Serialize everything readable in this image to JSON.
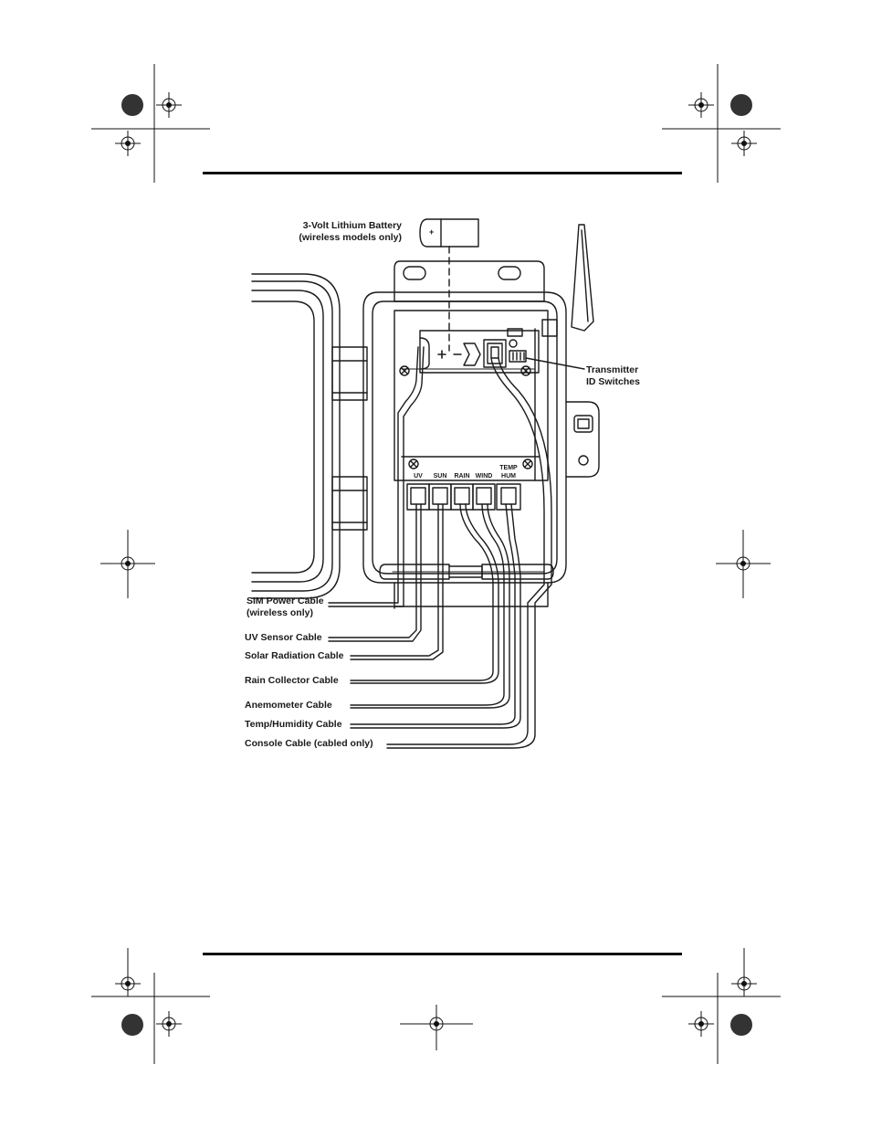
{
  "diagram": {
    "battery_label": [
      "3-Volt Lithium Battery",
      "(wireless models only)"
    ],
    "transmitter_label": [
      "Transmitter",
      "ID Switches"
    ],
    "port_labels": [
      "UV",
      "SUN",
      "RAIN",
      "WIND",
      "TEMP",
      "HUM"
    ],
    "battery_polarity": "+",
    "cable_labels": [
      "SIM Power Cable",
      "(wireless only)",
      "UV Sensor Cable",
      "Solar Radiation Cable",
      "Rain Collector Cable",
      "Anemometer Cable",
      "Temp/Humidity Cable",
      "Console Cable (cabled only)"
    ]
  },
  "colors": {
    "line": "#1a1a1a",
    "rule": "#111111",
    "paper": "#ffffff"
  }
}
